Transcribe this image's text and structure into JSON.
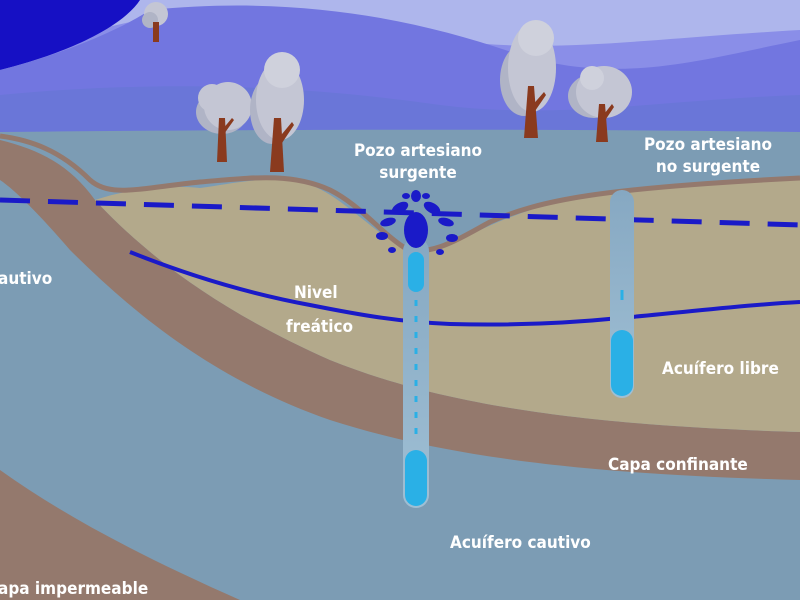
{
  "labels": {
    "well_flowing": [
      "Pozo artesiano",
      "surgente"
    ],
    "well_nonflowing": [
      "Pozo artesiano",
      "no surgente"
    ],
    "water_table": [
      "Nivel",
      "freático"
    ],
    "unconfined_aquifer": "Acuífero libre",
    "confining_layer": "Capa confinante",
    "confined_aquifer": "Acuífero cautivo",
    "confined_left_cut": "autivo",
    "impermeable_layer_cut": "apa impermeable"
  },
  "colors": {
    "background_sky": "#aeb6ec",
    "hill_far": "#7276e0",
    "hill_dark": "#1610c4",
    "ground_blue": "#7c9cb4",
    "unconfined_sand": "#b3a98b",
    "confining_brown": "#94796d",
    "water_table_line": "#1a1ac8",
    "well_water": "#2ab0e6",
    "tree_trunk": "#8a3a1e",
    "tree_crown": "#c4c6d4",
    "label_text": "#ffffff"
  }
}
